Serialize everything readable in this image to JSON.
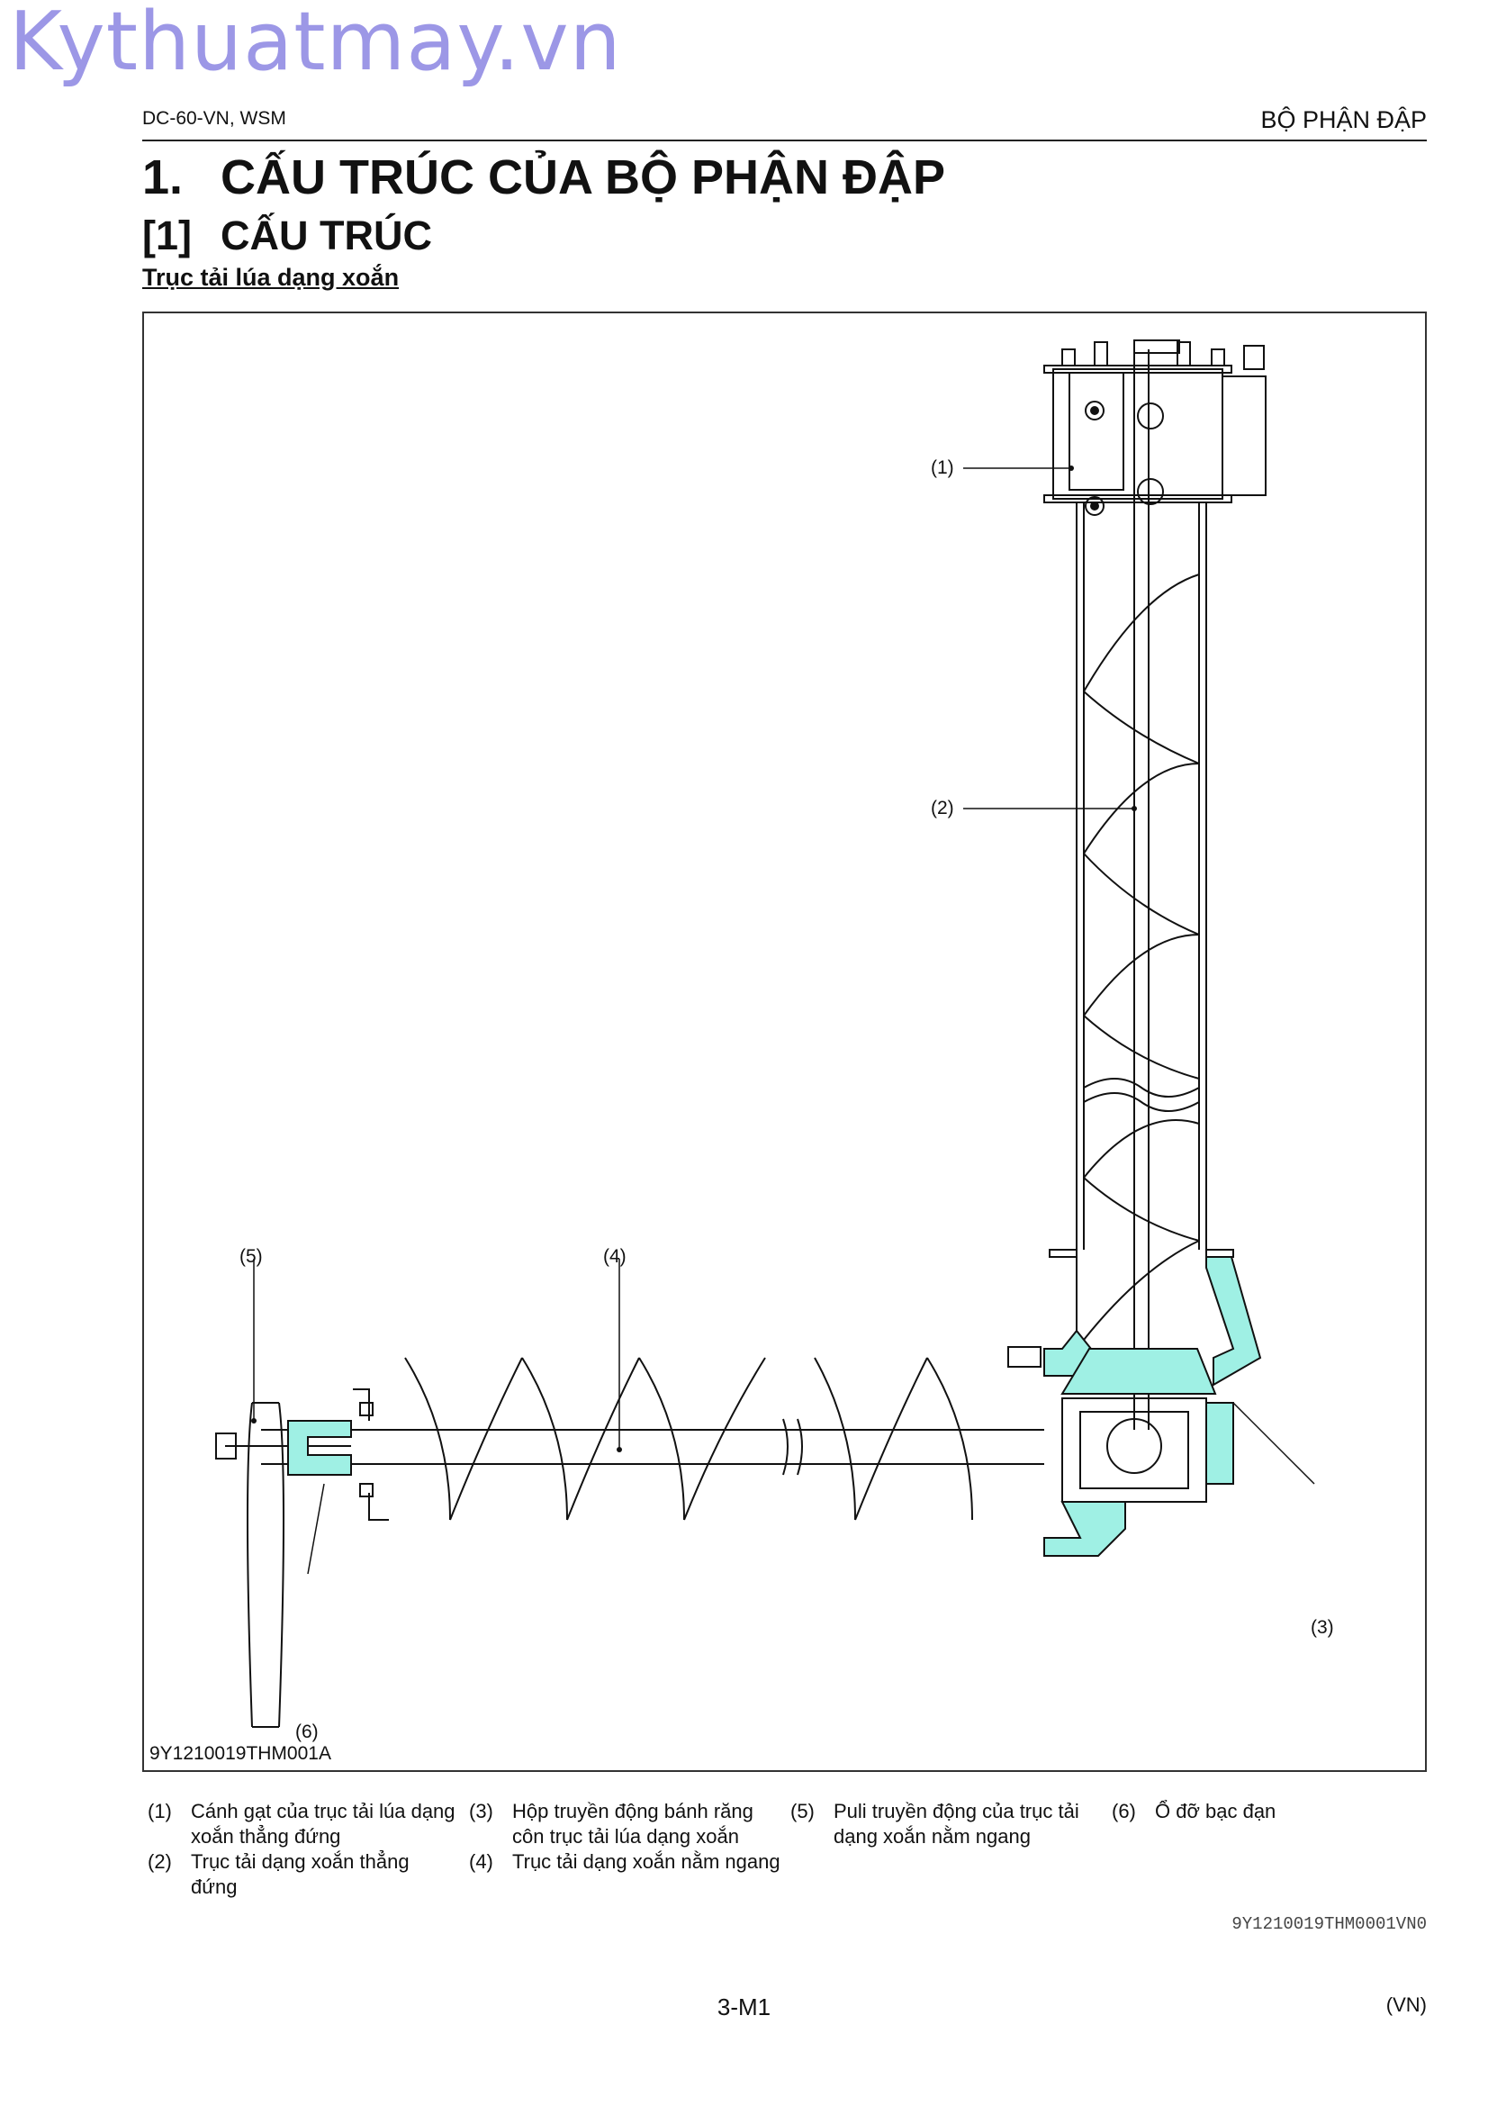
{
  "watermark": "Kythuatmay.vn",
  "header": {
    "left": "DC-60-VN, WSM",
    "right": "BỘ PHẬN ĐẬP"
  },
  "section": {
    "number": "1.",
    "title": "CẤU TRÚC CỦA BỘ PHẬN ĐẬP"
  },
  "subsection": {
    "number": "[1]",
    "title": "CẤU TRÚC"
  },
  "subtitle": "Trục tải lúa dạng xoắn",
  "figure": {
    "code": "9Y1210019THM001A",
    "callouts": [
      "(1)",
      "(2)",
      "(3)",
      "(4)",
      "(5)",
      "(6)"
    ],
    "accent_color": "#9ff0e4"
  },
  "legend": [
    {
      "num": "(1)",
      "text": "Cánh gạt của trục tải lúa dạng xoắn thẳng đứng"
    },
    {
      "num": "(2)",
      "text": "Trục tải dạng xoắn thẳng đứng"
    },
    {
      "num": "(3)",
      "text": "Hộp truyền động bánh răng côn trục tải lúa dạng xoắn"
    },
    {
      "num": "(4)",
      "text": "Trục tải dạng xoắn nằm ngang"
    },
    {
      "num": "(5)",
      "text": "Puli truyền động của trục tải dạng xoắn nằm ngang"
    },
    {
      "num": "(6)",
      "text": "Ổ đỡ bạc đạn"
    }
  ],
  "doc_ref": "9Y1210019THM0001VN0",
  "page_number": "3-M1",
  "lang": "(VN)"
}
